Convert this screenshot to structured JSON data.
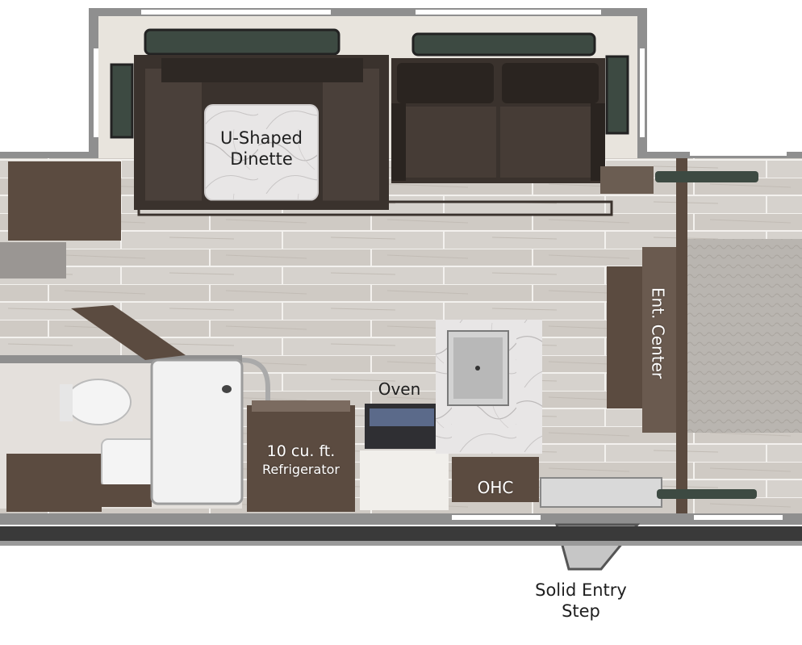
{
  "labels": {
    "dinette_line1": "U-Shaped",
    "dinette_line2": "Dinette",
    "ent_center": "Ent. Center",
    "oven": "Oven",
    "fridge_line1": "10 cu. ft.",
    "fridge_line2": "Refrigerator",
    "ohc": "OHC",
    "entry_step_line1": "Solid Entry",
    "entry_step_line2": "Step"
  },
  "colors": {
    "wall": "#8a8a8a",
    "floor": "#d6d2cd",
    "floor_line": "#f2f0ed",
    "cabinet": "#5b4b40",
    "sofa": "#3a322d",
    "marble": "#e6e4e4",
    "window": "#3d4a42"
  }
}
